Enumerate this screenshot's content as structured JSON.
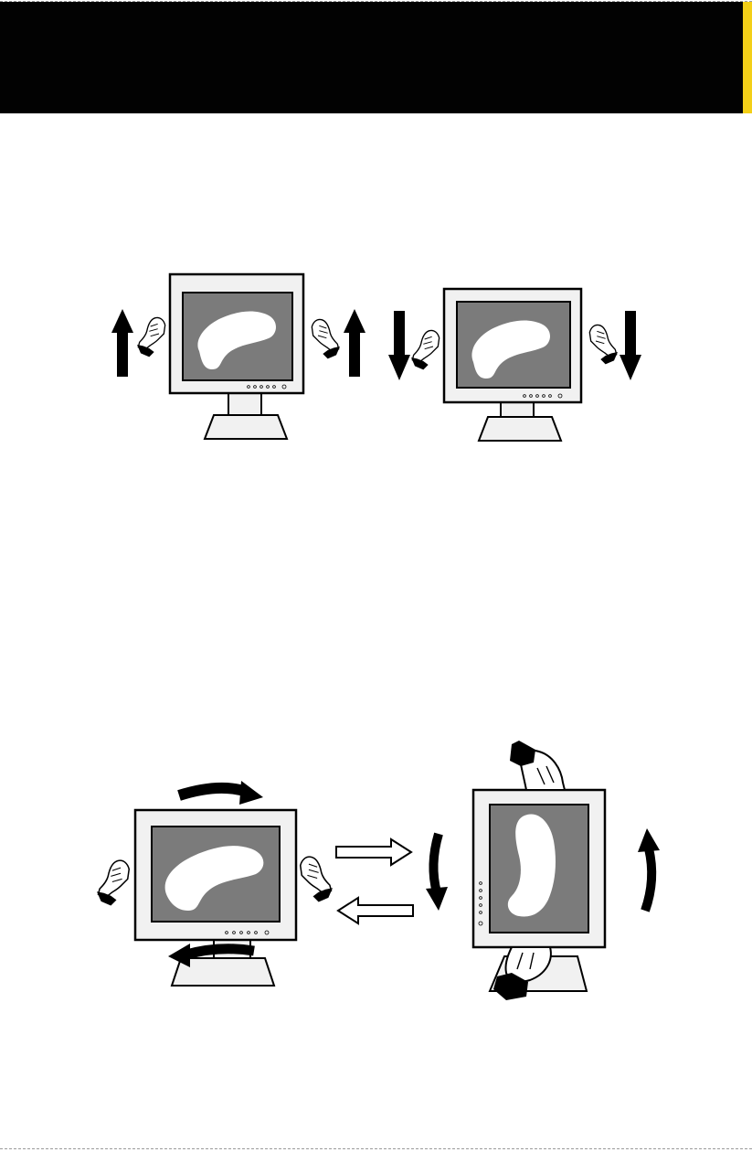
{
  "colors": {
    "header": "#020202",
    "header_accent": "#f3cf18",
    "bezel": "#f1f1f1",
    "screen": "#7b7b7b",
    "stand": "#f1f1f1",
    "ink": "#000000",
    "trim_line": "#9a9a9a"
  },
  "figures": [
    {
      "id": "raise-monitor",
      "icons": [
        "monitor-icon",
        "hand-icon",
        "arrow-up-icon"
      ]
    },
    {
      "id": "lower-monitor",
      "icons": [
        "monitor-icon",
        "hand-icon",
        "arrow-down-icon"
      ]
    },
    {
      "id": "swivel-monitor",
      "icons": [
        "monitor-icon",
        "hand-icon",
        "curved-arrow-icon"
      ]
    },
    {
      "id": "rotate-monitor",
      "icons": [
        "monitor-icon",
        "hand-icon",
        "curved-arrow-icon",
        "outline-arrow-icon"
      ]
    }
  ]
}
